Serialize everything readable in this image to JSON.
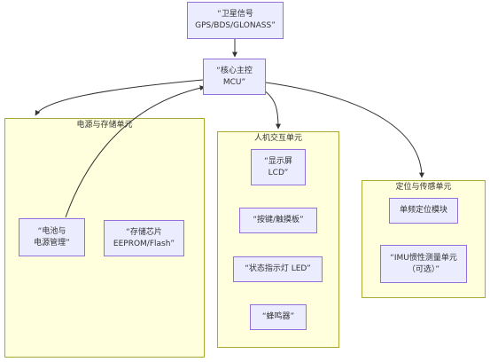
{
  "nodes": {
    "satellite": [
      "“卫星信号",
      "GPS/BDS/GLONASS”"
    ],
    "mcu": [
      "“核心主控",
      "MCU”"
    ],
    "battery": [
      "“电池与",
      "电源管理”"
    ],
    "storage": [
      "“存储芯片",
      "EEPROM/Flash”"
    ],
    "display": [
      "“显示屏",
      "LCD”"
    ],
    "keys": [
      "“按键/触摸板”"
    ],
    "led": [
      "“状态指示灯 LED”"
    ],
    "buzzer": [
      "“蜂鸣器”"
    ],
    "gnss": [
      "单频定位模块"
    ],
    "imu": [
      "“IMU惯性测量单元",
      "（可选）”"
    ]
  },
  "clusters": {
    "power": "电源与存储单元",
    "hmi": "人机交互单元",
    "positioning": "定位与传感单元"
  },
  "colors": {
    "node_fill": "#ececff",
    "node_border": "#9370db",
    "cluster_fill": "#ffffde",
    "cluster_border": "#aaaa33",
    "edge": "#333333"
  }
}
